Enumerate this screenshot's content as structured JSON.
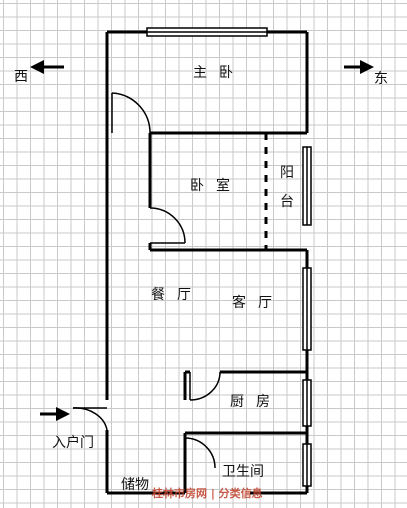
{
  "compass": {
    "west": "西",
    "east": "东"
  },
  "rooms": {
    "master_bedroom": "主卧",
    "bedroom": "卧室",
    "balcony_top": "阳",
    "balcony_bottom": "台",
    "dining": "餐厅",
    "living": "客厅",
    "kitchen": "厨房",
    "bathroom": "卫生间",
    "storage": "储物",
    "entrance": "入户门"
  },
  "watermark": "桂林市房网 | 分类信息",
  "colors": {
    "wall": "#000000",
    "window": "#000000",
    "watermark": "#c0402a"
  }
}
